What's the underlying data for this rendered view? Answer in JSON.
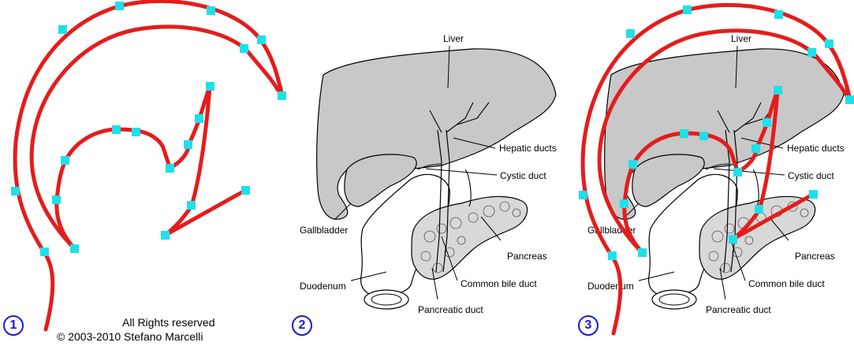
{
  "panels": [
    {
      "number": "1"
    },
    {
      "number": "2"
    },
    {
      "number": "3"
    }
  ],
  "copyright": {
    "line1": "All Rights reserved",
    "line2": "© 2003-2010 Stefano Marcelli"
  },
  "anatomy_labels": {
    "liver": "Liver",
    "hepatic_ducts": "Hepatic ducts",
    "cystic_duct": "Cystic duct",
    "gallbladder": "Gallbladder",
    "pancreas": "Pancreas",
    "common_bile_duct": "Common bile duct",
    "duodenum": "Duodenum",
    "pancreatic_duct": "Pancreatic duct"
  },
  "colors": {
    "curve": "#e51c1c",
    "marker": "#1ee0e8",
    "organ_fill": "#c8c8c8",
    "panel_number": "#1a1ad6"
  }
}
